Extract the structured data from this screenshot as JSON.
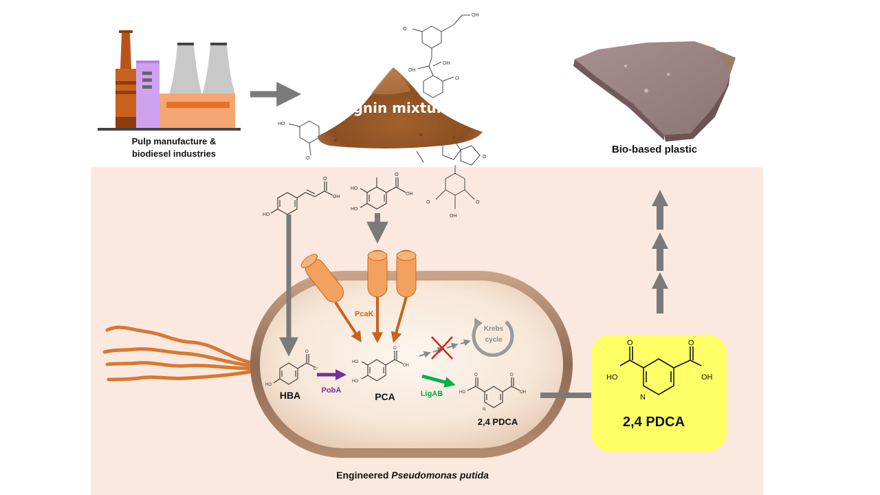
{
  "sources": {
    "industry_label_line1": "Pulp manufacture &",
    "industry_label_line2": "biodiesel industries",
    "lignin_label": "Lignin mixture"
  },
  "product": {
    "plastic_label": "Bio-based plastic"
  },
  "cell": {
    "organism_prefix": "Engineered ",
    "organism_species": "Pseudomonas putida",
    "transporter_label": "PcaK",
    "cycle_label_line1": "Krebs",
    "cycle_label_line2": "cycle"
  },
  "pathway": {
    "hba": "HBA",
    "pca": "PCA",
    "pdca_inner": "2,4 PDCA",
    "enzyme_poba": "PobA",
    "enzyme_ligab": "LigAB"
  },
  "output_box": {
    "label": "2,4 PDCA"
  },
  "chem_text": {
    "oh": "OH",
    "ho": "HO",
    "o": "O",
    "n": "N",
    "o_minus": "O⁻"
  },
  "colors": {
    "cell_bg": "#fbe9df",
    "arrow_gray": "#7a7a7a",
    "orange": "#c8621e",
    "transporter": "#f2a25e",
    "purple": "#7030a0",
    "green": "#00b050",
    "yellow_box": "#ffff66",
    "red_x": "#d82020"
  }
}
